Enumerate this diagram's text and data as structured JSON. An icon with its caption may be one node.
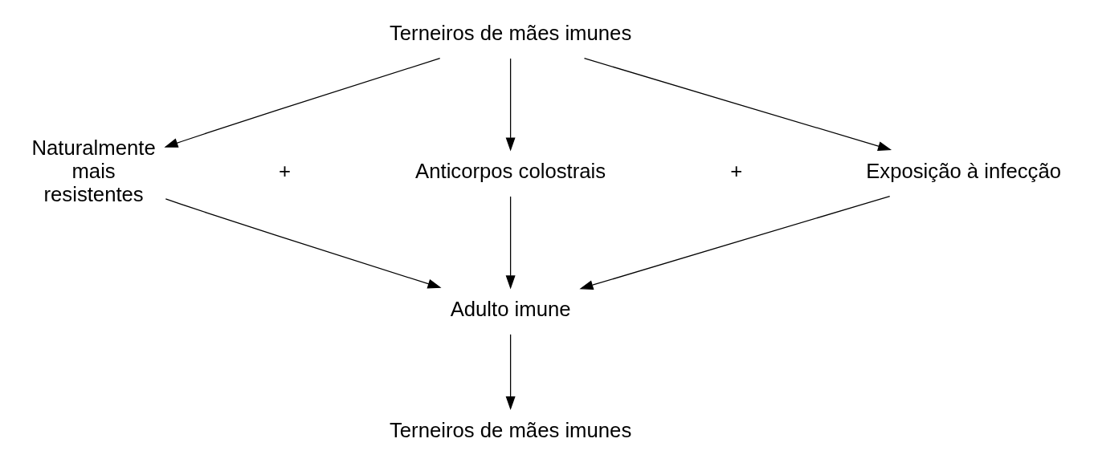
{
  "diagram": {
    "nodes": [
      {
        "text": [
          "Terneiros de mães imunes"
        ]
      },
      {
        "text": [
          "Naturalmente mais resistentes"
        ]
      },
      {
        "text": [
          "Anticorpos colostrais"
        ]
      },
      {
        "text": [
          "Exposição à infecção"
        ]
      },
      {
        "text": [
          "Adulto imune"
        ]
      },
      {
        "text": [
          "Terneiros de mães imunes"
        ]
      }
    ],
    "edges": [
      {
        "from": 0,
        "to": 1,
        "arrow": "to"
      },
      {
        "from": 0,
        "to": 2,
        "arrow": "to"
      },
      {
        "from": 0,
        "to": 3,
        "arrow": "to"
      },
      {
        "from": 1,
        "to": 4,
        "arrow": "to"
      },
      {
        "from": 2,
        "to": 4,
        "arrow": "to"
      },
      {
        "from": 3,
        "to": 4,
        "arrow": "to"
      },
      {
        "from": 4,
        "to": 5,
        "arrow": "to"
      }
    ],
    "labels": [
      "+",
      "+"
    ]
  }
}
